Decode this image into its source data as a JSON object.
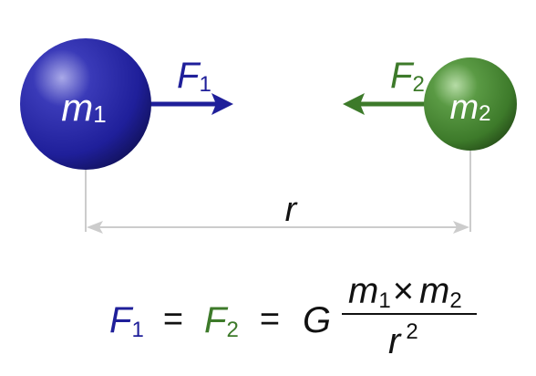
{
  "colors": {
    "mass1": "#1f1f9a",
    "mass2": "#3d7a2a",
    "measure": "#cccccc",
    "text": "#111111",
    "mass_label": "#ffffff"
  },
  "mass1": {
    "symbol": "m",
    "subscript": "1"
  },
  "mass2": {
    "symbol": "m",
    "subscript": "2"
  },
  "force1": {
    "symbol": "F",
    "subscript": "1"
  },
  "force2": {
    "symbol": "F",
    "subscript": "2"
  },
  "distance": {
    "label": "r"
  },
  "formula": {
    "lhs_symbol": "F",
    "lhs_subscript": "1",
    "equals": "=",
    "mid_symbol": "F",
    "mid_subscript": "2",
    "equals2": "=",
    "constant": "G",
    "num_symbol1": "m",
    "num_sub1": "1",
    "times": "×",
    "num_symbol2": "m",
    "num_sub2": "2",
    "den_symbol": "r",
    "den_exponent": "2"
  }
}
